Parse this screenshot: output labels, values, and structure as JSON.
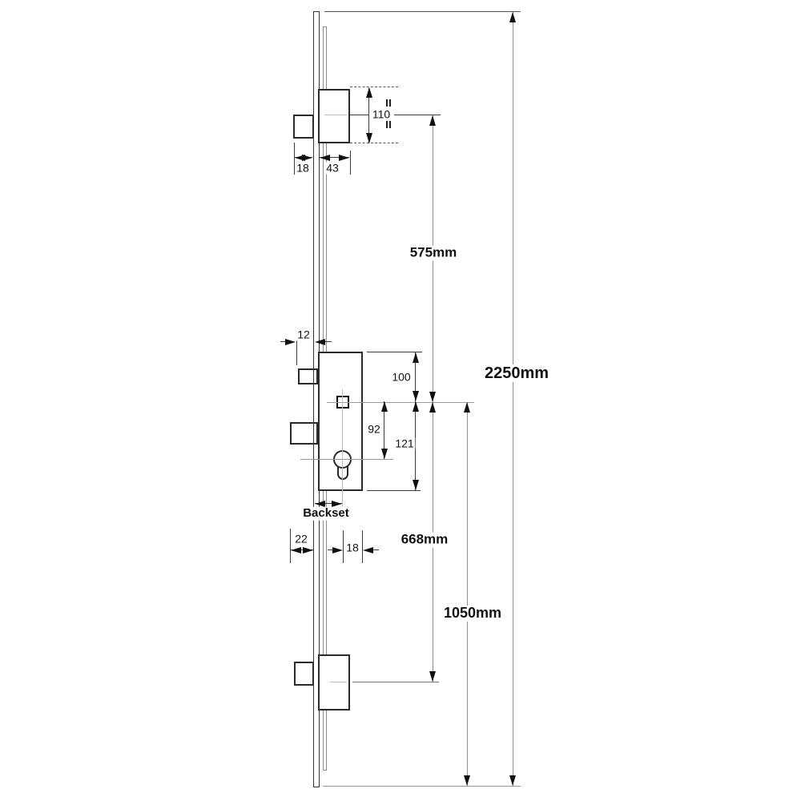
{
  "diagram": {
    "dims": {
      "top_bolt_height": "110",
      "top_bolt_throw": "18",
      "top_bolt_depth": "43",
      "latch_throw": "12",
      "case_top_to_spindle": "100",
      "spindle_to_cylinder": "92",
      "spindle_to_case_bottom": "121",
      "backset_label": "Backset",
      "hook_throw": "22",
      "cylinder_to_case_edge": "18",
      "spindle_to_top_bolt": "575mm",
      "spindle_to_bottom_bolt": "668mm",
      "spindle_to_door_bottom": "1050mm",
      "overall_height": "2250mm"
    },
    "colors": {
      "outline": "#2a2a2a",
      "dim_line": "#8f8f8f",
      "short_dim_line": "#3c3c3c",
      "centerline": "#bcbcbc",
      "background": "#ffffff"
    }
  }
}
